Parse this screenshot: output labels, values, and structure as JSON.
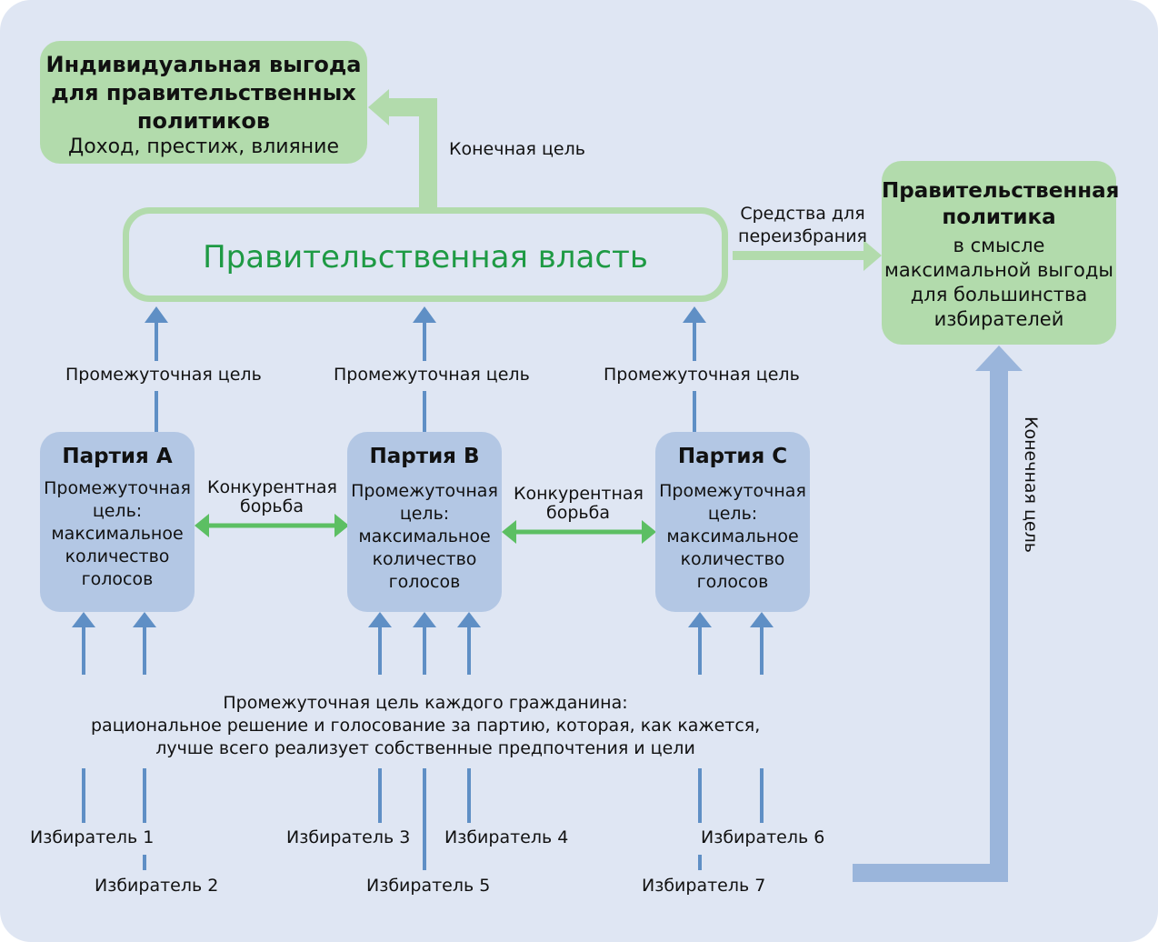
{
  "colors": {
    "background": "#dfe6f3",
    "green_box": "#b2dbac",
    "blue_box": "#b3c7e4",
    "blue_arrow": "#5f8fc5",
    "big_blue_arrow": "#9ab5db",
    "green_arrow": "#5cbf63",
    "power_text": "#1e9a44"
  },
  "individual_benefit": {
    "title_lines": [
      "Индивидуальная выгода",
      "для правительственных",
      "политиков"
    ],
    "subtitle": "Доход, престиж, влияние"
  },
  "power": {
    "label": "Правительственная власть"
  },
  "policy": {
    "title_lines": [
      "Правительственная",
      "политика"
    ],
    "body_lines": [
      "в смысле",
      "максимальной выгоды",
      "для большинства",
      "избирателей"
    ]
  },
  "edges": {
    "final_goal_top": "Конечная цель",
    "reelection_means": [
      "Средства для",
      "переизбрания"
    ],
    "final_goal_vertical": "Конечная цель",
    "intermediate_goal": "Промежуточная цель",
    "competition": [
      "Конкурентная",
      "борьба"
    ]
  },
  "parties": [
    {
      "name": "Партия А",
      "goal_lines": [
        "Промежуточная",
        "цель:",
        "максимальное",
        "количество",
        "голосов"
      ]
    },
    {
      "name": "Партия В",
      "goal_lines": [
        "Промежуточная",
        "цель:",
        "максимальное",
        "количество",
        "голосов"
      ]
    },
    {
      "name": "Партия С",
      "goal_lines": [
        "Промежуточная",
        "цель:",
        "максимальное",
        "количество",
        "голосов"
      ]
    }
  ],
  "citizen_goal": [
    "Промежуточная цель каждого гражданина:",
    "рациональное решение и голосование за партию, которая, как кажется,",
    "лучше всего реализует собственные предпочтения и цели"
  ],
  "voters": [
    "Избиратель 1",
    "Избиратель 2",
    "Избиратель 3",
    "Избиратель 4",
    "Избиратель 5",
    "Избиратель 6",
    "Избиратель 7"
  ]
}
